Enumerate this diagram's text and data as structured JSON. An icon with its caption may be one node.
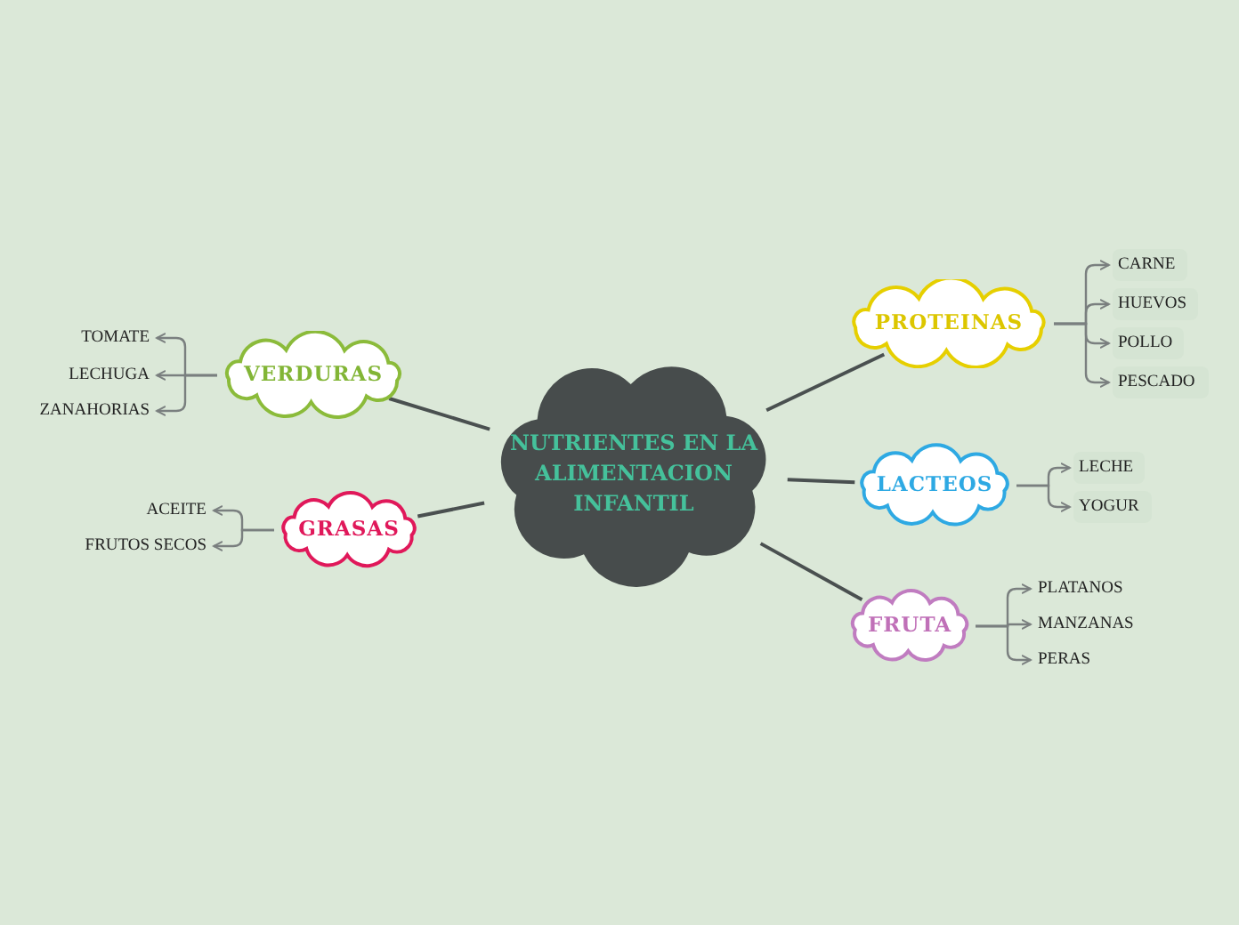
{
  "diagram": {
    "nodes": [
      {
        "text": [
          "NUTRIENTES EN LA ALIMENTACION INFANTIL"
        ]
      },
      {
        "text": [
          "PROTEINAS"
        ]
      },
      {
        "text": [
          "CARNE"
        ]
      },
      {
        "text": [
          "HUEVOS"
        ]
      },
      {
        "text": [
          "POLLO"
        ]
      },
      {
        "text": [
          "PESCADO"
        ]
      },
      {
        "text": [
          "LACTEOS"
        ]
      },
      {
        "text": [
          "LECHE"
        ]
      },
      {
        "text": [
          "YOGUR"
        ]
      },
      {
        "text": [
          "FRUTA"
        ]
      },
      {
        "text": [
          "PLATANOS"
        ]
      },
      {
        "text": [
          "MANZANAS"
        ]
      },
      {
        "text": [
          "PERAS"
        ]
      },
      {
        "text": [
          "VERDURAS"
        ]
      },
      {
        "text": [
          "TOMATE"
        ]
      },
      {
        "text": [
          "LECHUGA"
        ]
      },
      {
        "text": [
          "ZANAHORIAS"
        ]
      },
      {
        "text": [
          "GRASAS"
        ]
      },
      {
        "text": [
          "ACEITE"
        ]
      },
      {
        "text": [
          "FRUTOS SECOS"
        ]
      }
    ],
    "edges": [
      {
        "from": 0,
        "to": 1,
        "arrow": "none"
      },
      {
        "from": 1,
        "to": 2,
        "arrow": "to"
      },
      {
        "from": 1,
        "to": 3,
        "arrow": "to"
      },
      {
        "from": 1,
        "to": 4,
        "arrow": "to"
      },
      {
        "from": 1,
        "to": 5,
        "arrow": "to"
      },
      {
        "from": 0,
        "to": 6,
        "arrow": "none"
      },
      {
        "from": 6,
        "to": 7,
        "arrow": "to"
      },
      {
        "from": 6,
        "to": 8,
        "arrow": "to"
      },
      {
        "from": 0,
        "to": 9,
        "arrow": "none"
      },
      {
        "from": 9,
        "to": 10,
        "arrow": "to"
      },
      {
        "from": 9,
        "to": 11,
        "arrow": "to"
      },
      {
        "from": 9,
        "to": 12,
        "arrow": "to"
      },
      {
        "from": 0,
        "to": 13,
        "arrow": "none"
      },
      {
        "from": 13,
        "to": 14,
        "arrow": "to"
      },
      {
        "from": 13,
        "to": 15,
        "arrow": "to"
      },
      {
        "from": 13,
        "to": 16,
        "arrow": "to"
      },
      {
        "from": 0,
        "to": 17,
        "arrow": "none"
      },
      {
        "from": 17,
        "to": 18,
        "arrow": "to"
      },
      {
        "from": 17,
        "to": 19,
        "arrow": "to"
      }
    ]
  }
}
